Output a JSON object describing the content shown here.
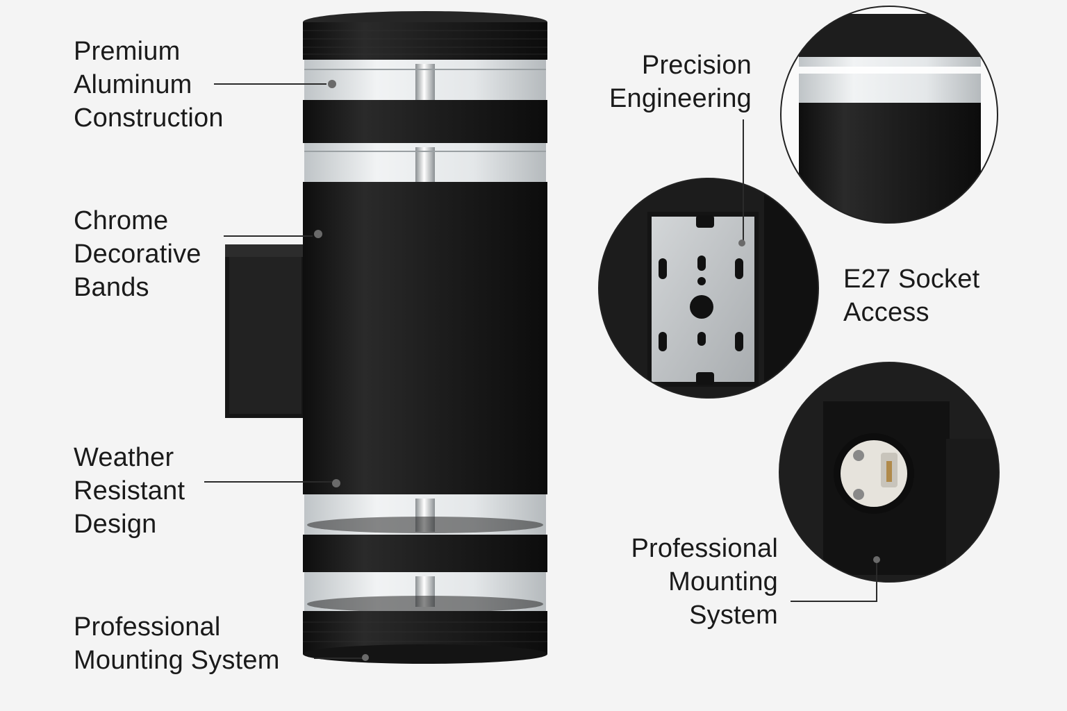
{
  "callouts": {
    "premium": [
      "Premium",
      "Aluminum",
      "Construction"
    ],
    "chrome": [
      "Chrome",
      "Decorative",
      "Bands"
    ],
    "weather": [
      "Weather",
      "Resistant",
      "Design"
    ],
    "mounting_left": [
      "Professional",
      "Mounting System"
    ],
    "precision": [
      "Precision",
      "Engineering"
    ],
    "socket": [
      "E27 Socket",
      "Access"
    ],
    "mounting_right": [
      "Professional",
      "Mounting",
      "System"
    ]
  },
  "colors": {
    "background": "#f4f4f4",
    "fixture_black": "#1c1c1c",
    "lens": "#d9dde0",
    "bracket_plate": "#bfc2c4",
    "socket_ceramic": "#e6e3dc",
    "leader_line": "#2a2a2a"
  }
}
